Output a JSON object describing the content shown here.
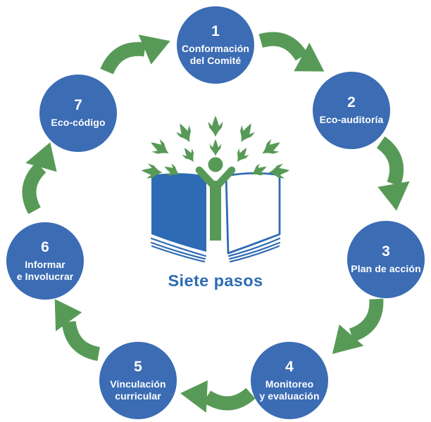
{
  "diagram": {
    "title": "Siete pasos",
    "flow_direction": "clockwise",
    "center_logo": "eco-schools-tree-book-logo",
    "steps": [
      {
        "number": "1",
        "label": "Conformación del Comité",
        "lines": [
          "Conformación",
          "del Comité"
        ]
      },
      {
        "number": "2",
        "label": "Eco-auditoría",
        "lines": [
          "Eco-auditoría"
        ]
      },
      {
        "number": "3",
        "label": "Plan de acción",
        "lines": [
          "Plan de acción"
        ]
      },
      {
        "number": "4",
        "label": "Monitoreo y evaluación",
        "lines": [
          "Monitoreo",
          "y evaluación"
        ]
      },
      {
        "number": "5",
        "label": "Vinculación curricular",
        "lines": [
          "Vinculación",
          "curricular"
        ]
      },
      {
        "number": "6",
        "label": "Informar e Involucrar",
        "lines": [
          "Informar",
          "e Involucrar"
        ]
      },
      {
        "number": "7",
        "label": "Eco-código",
        "lines": [
          "Eco-código"
        ]
      }
    ]
  },
  "colors": {
    "circle_blue": "#3b6cb4",
    "arrow_green": "#579a57",
    "logo_blue": "#2f6bb4",
    "title_blue": "#2d6bb3",
    "background": "#ffffff"
  }
}
